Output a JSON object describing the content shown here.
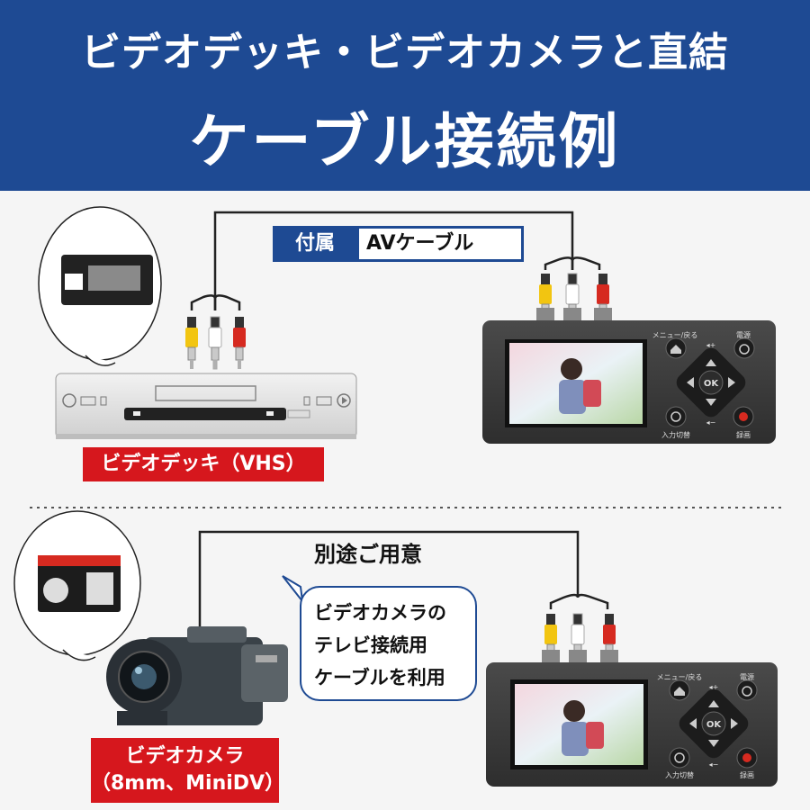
{
  "header": {
    "title_line1": "ビデオデッキ・ビデオカメラと直結",
    "title_line2": "ケーブル接続例"
  },
  "top_section": {
    "cable_tag": {
      "key": "付属",
      "value": "AVケーブル"
    },
    "source_label": "ビデオデッキ（VHS）"
  },
  "bottom_section": {
    "cable_note": "別途ご用意",
    "bubble_lines": [
      "ビデオカメラの",
      "テレビ接続用",
      "ケーブルを利用"
    ],
    "source_label_line1": "ビデオカメラ",
    "source_label_line2": "（8mm、MiniDV）"
  },
  "device": {
    "menu_label": "メニュー/戻る",
    "power_label": "電源",
    "ok_label": "OK",
    "input_label": "入力切替",
    "record_label": "録画"
  },
  "colors": {
    "header_blue": "#1e4a93",
    "label_red": "#d6171d",
    "rca_yellow": "#f2c511",
    "rca_red": "#d62a20",
    "rca_white": "#ffffff"
  }
}
